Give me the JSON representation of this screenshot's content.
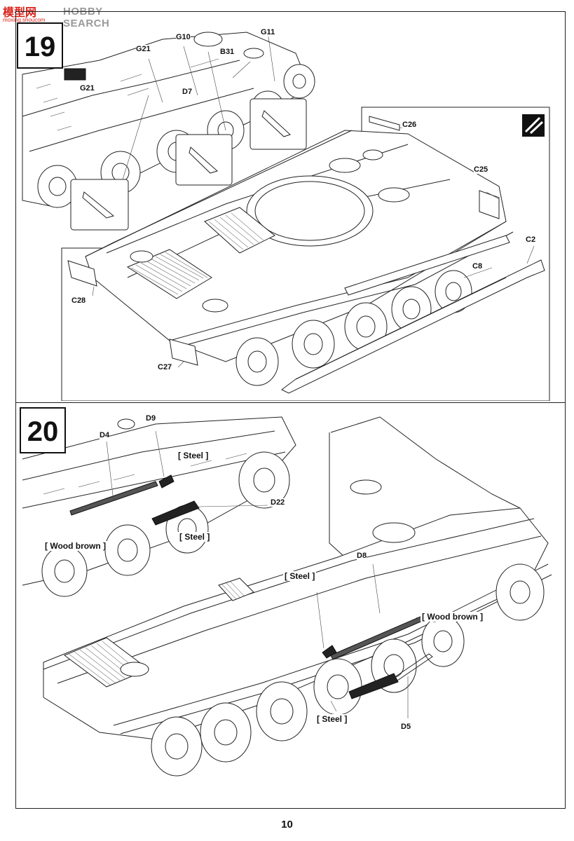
{
  "watermark": {
    "logo": "模型网",
    "text": "HOBBY SEARCH",
    "url": "moxing.shoucom"
  },
  "page_number": "10",
  "step19": {
    "number": "19",
    "parts": {
      "g10": "G10",
      "g11": "G11",
      "g21a": "G21",
      "g21b": "G21",
      "b31": "B31",
      "d7": "D7",
      "c26": "C26",
      "c25": "C25",
      "c2": "C2",
      "c8": "C8",
      "c28": "C28",
      "c27": "C27"
    },
    "instruction_icon": "glue-icon"
  },
  "step20": {
    "number": "20",
    "parts": {
      "d9": "D9",
      "d4": "D4",
      "d22": "D22",
      "d8": "D8",
      "d5": "D5"
    },
    "paint": {
      "steel_a": "[ Steel ]",
      "steel_b": "[ Steel ]",
      "steel_c": "[ Steel ]",
      "steel_d": "[ Steel ]",
      "wood_a": "[ Wood  brown ]",
      "wood_b": "[ Wood  brown ]"
    }
  }
}
